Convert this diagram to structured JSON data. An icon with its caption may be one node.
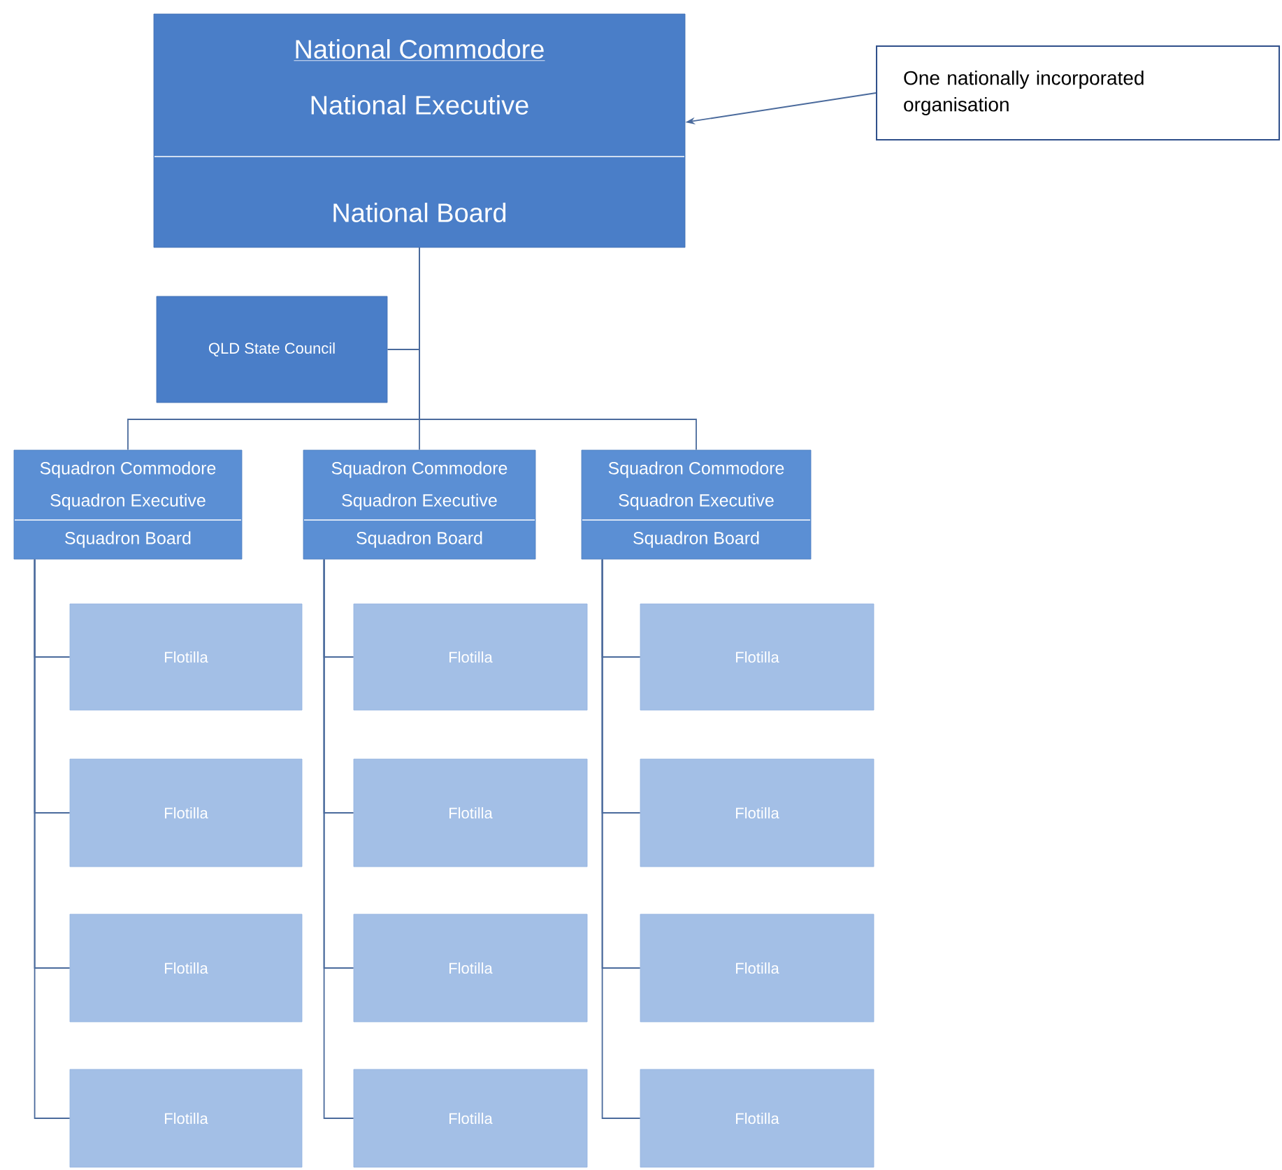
{
  "diagram": {
    "nodes": [
      {
        "text": [
          "National Commodore",
          "National Executive",
          "National Board"
        ]
      },
      {
        "text": [
          "One nationally incorporated organisation"
        ]
      },
      {
        "text": [
          "QLD State Council"
        ]
      },
      {
        "text": [
          "Squadron Commodore",
          "Squadron Executive",
          "Squadron Board"
        ]
      },
      {
        "text": [
          "Squadron Commodore",
          "Squadron Executive",
          "Squadron Board"
        ]
      },
      {
        "text": [
          "Squadron Commodore",
          "Squadron Executive",
          "Squadron Board"
        ]
      },
      {
        "text": [
          "Flotilla"
        ]
      },
      {
        "text": [
          "Flotilla"
        ]
      },
      {
        "text": [
          "Flotilla"
        ]
      },
      {
        "text": [
          "Flotilla"
        ]
      },
      {
        "text": [
          "Flotilla"
        ]
      },
      {
        "text": [
          "Flotilla"
        ]
      },
      {
        "text": [
          "Flotilla"
        ]
      },
      {
        "text": [
          "Flotilla"
        ]
      },
      {
        "text": [
          "Flotilla"
        ]
      },
      {
        "text": [
          "Flotilla"
        ]
      },
      {
        "text": [
          "Flotilla"
        ]
      },
      {
        "text": [
          "Flotilla"
        ]
      }
    ],
    "edges": [
      {
        "from": 1,
        "to": 0,
        "arrow": "to"
      },
      {
        "from": 0,
        "to": 2,
        "arrow": "none"
      },
      {
        "from": 0,
        "to": 3,
        "arrow": "none"
      },
      {
        "from": 0,
        "to": 4,
        "arrow": "none"
      },
      {
        "from": 0,
        "to": 5,
        "arrow": "none"
      },
      {
        "from": 3,
        "to": 6,
        "arrow": "none"
      },
      {
        "from": 3,
        "to": 7,
        "arrow": "none"
      },
      {
        "from": 3,
        "to": 8,
        "arrow": "none"
      },
      {
        "from": 3,
        "to": 9,
        "arrow": "none"
      },
      {
        "from": 4,
        "to": 10,
        "arrow": "none"
      },
      {
        "from": 4,
        "to": 11,
        "arrow": "none"
      },
      {
        "from": 4,
        "to": 12,
        "arrow": "none"
      },
      {
        "from": 4,
        "to": 13,
        "arrow": "none"
      },
      {
        "from": 5,
        "to": 14,
        "arrow": "none"
      },
      {
        "from": 5,
        "to": 15,
        "arrow": "none"
      },
      {
        "from": 5,
        "to": 16,
        "arrow": "none"
      },
      {
        "from": 5,
        "to": 17,
        "arrow": "none"
      }
    ]
  }
}
